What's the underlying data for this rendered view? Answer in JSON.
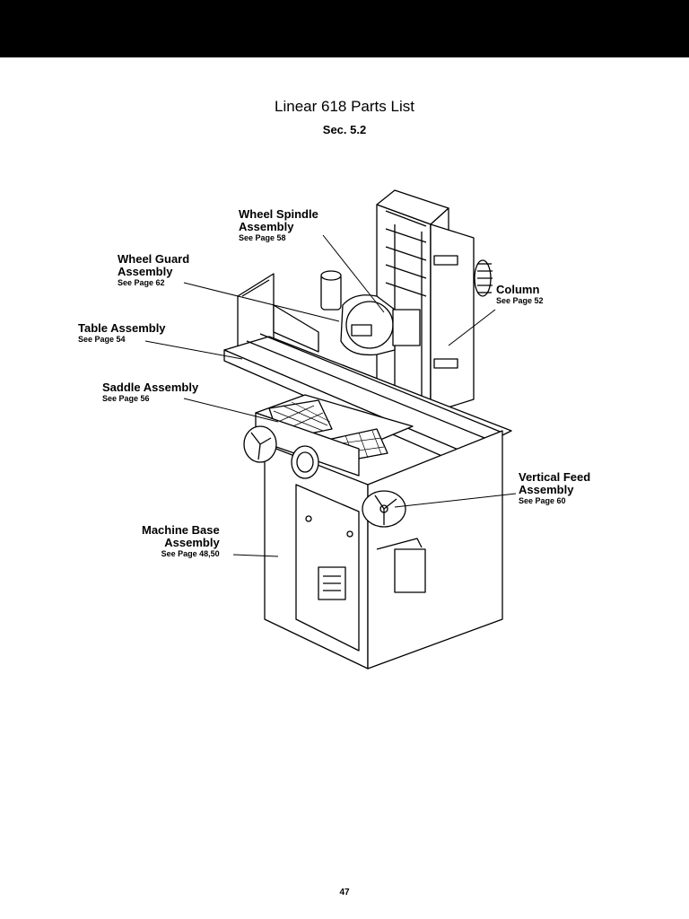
{
  "header": {
    "title": "Linear 618 Parts List",
    "section": "Sec. 5.2"
  },
  "callouts": {
    "wheel_spindle": {
      "line1": "Wheel Spindle",
      "line2": "Assembly",
      "ref": "See Page 58"
    },
    "wheel_guard": {
      "line1": "Wheel Guard",
      "line2": "Assembly",
      "ref": "See Page 62"
    },
    "table": {
      "line1": "Table Assembly",
      "ref": "See Page 54"
    },
    "saddle": {
      "line1": "Saddle Assembly",
      "ref": "See Page 56"
    },
    "column": {
      "line1": "Column",
      "ref": "See Page 52"
    },
    "vertical_feed": {
      "line1": "Vertical Feed",
      "line2": "Assembly",
      "ref": "See Page 60"
    },
    "machine_base": {
      "line1": "Machine Base",
      "line2": "Assembly",
      "ref": "See Page 48,50"
    }
  },
  "footer": {
    "page_number": "47"
  }
}
